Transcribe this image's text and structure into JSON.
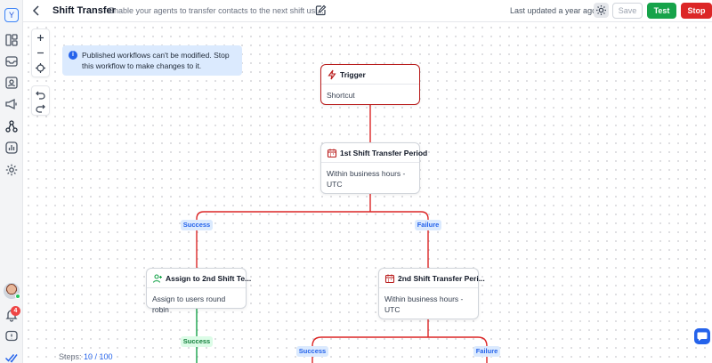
{
  "rail": {
    "workspace_letter": "Y",
    "notification_count": "4"
  },
  "header": {
    "title": "Shift Transfer",
    "description": "Enable your agents to transfer contacts to the next shift usi...",
    "last_updated": "Last updated a year ago",
    "save_label": "Save",
    "test_label": "Test",
    "stop_label": "Stop"
  },
  "colors": {
    "accent_blue": "#2563eb",
    "test_green": "#16a34a",
    "stop_red": "#dc2626",
    "trigger_border": "#b91c1c",
    "edge_red": "#dc2626",
    "edge_green": "#16a34a"
  },
  "notice": {
    "text": "Published workflows can't be modified. Stop this workflow to make changes to it."
  },
  "nodes": {
    "trigger": {
      "title": "Trigger",
      "body": "Shortcut",
      "icon": "lightning-icon"
    },
    "shift1": {
      "title": "1st Shift Transfer Period",
      "body": "Within business hours - UTC",
      "icon": "calendar-icon"
    },
    "assign": {
      "title": "Assign to 2nd Shift Te...",
      "body": "Assign to users round robin",
      "icon": "user-plus-icon"
    },
    "shift2": {
      "title": "2nd Shift Transfer Peri...",
      "body": "Within business hours - UTC",
      "icon": "calendar-icon"
    }
  },
  "branches": {
    "success_1": "Success",
    "failure_1": "Failure",
    "success_2": "Success",
    "success_3": "Success",
    "failure_3": "Failure"
  },
  "footer": {
    "steps_label": "Steps:",
    "steps_value": "10 / 100"
  }
}
